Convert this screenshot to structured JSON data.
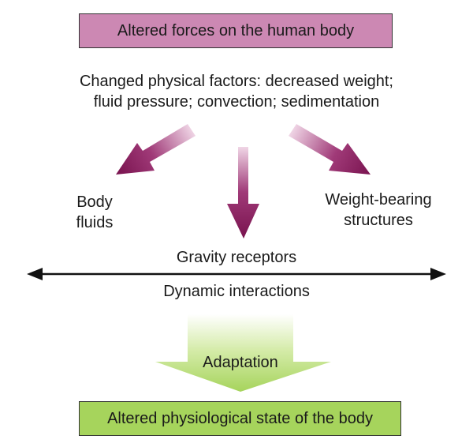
{
  "top_box": {
    "label": "Altered forces on the human body"
  },
  "factors": {
    "line1": "Changed physical factors: decreased weight;",
    "line2": "fluid pressure; convection; sedimentation"
  },
  "targets": {
    "body_fluids": {
      "line1": "Body",
      "line2": "fluids"
    },
    "weight_bearing": {
      "line1": "Weight-bearing",
      "line2": "structures"
    }
  },
  "axis": {
    "above": "Gravity receptors",
    "below": "Dynamic interactions"
  },
  "adaptation": {
    "label": "Adaptation"
  },
  "bottom_box": {
    "label": "Altered physiological state of the body"
  },
  "colors": {
    "top_box": "#cc88b3",
    "bottom_box": "#a6d45c",
    "arrow_magenta": "#8b1a5c",
    "adaptation_green": "#a6d45c"
  }
}
